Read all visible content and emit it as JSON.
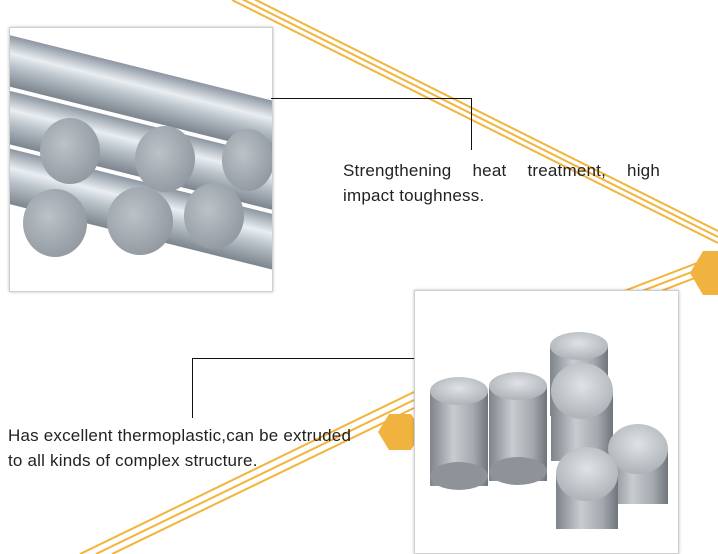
{
  "features": [
    {
      "image_icon": "steel-round-bars-bundle",
      "text": "Strengthening heat treatment, high impact toughness."
    },
    {
      "image_icon": "aluminum-cylinder-billets",
      "text": "Has excellent thermoplastic,can be extruded to all kinds of complex structure."
    }
  ],
  "colors": {
    "accent_gold": "#f3b43a",
    "hexagon": "#f0b340",
    "text": "#222222",
    "connector_line": "#111111"
  }
}
